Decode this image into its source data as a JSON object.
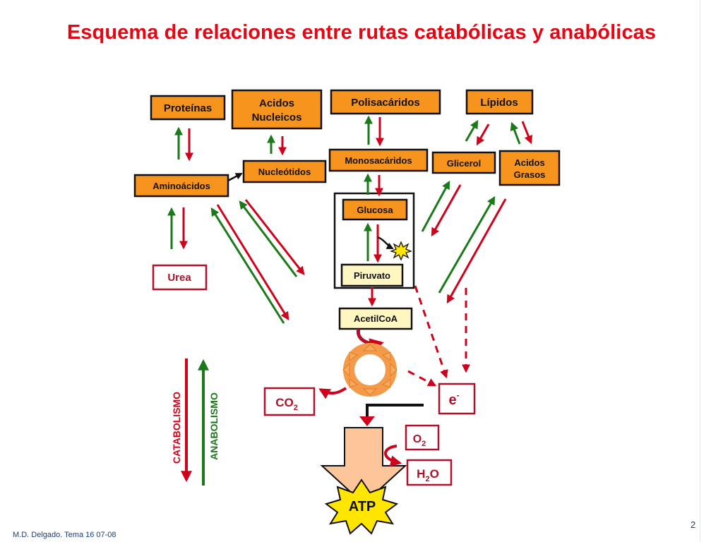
{
  "title": "Esquema de relaciones entre rutas catabólicas y anabólicas",
  "boxes": {
    "proteinas": "Proteínas",
    "acidos_nucleicos_1": "Acidos",
    "acidos_nucleicos_2": "Nucleicos",
    "polisacaridos": "Polisacáridos",
    "lipidos": "Lípidos",
    "aminoacidos": "Aminoácidos",
    "nucleotidos": "Nucleótidos",
    "monosacaridos": "Monosacáridos",
    "glicerol": "Glicerol",
    "acidos_grasos_1": "Acidos",
    "acidos_grasos_2": "Grasos",
    "glucosa": "Glucosa",
    "piruvato": "Piruvato",
    "urea": "Urea",
    "acetilcoa": "AcetilCoA",
    "co2": "CO",
    "co2_sub": "2",
    "electron": "e",
    "electron_sup": "-",
    "o2": "O",
    "o2_sub": "2",
    "h2o_h": "H",
    "h2o_sub": "2",
    "h2o_o": "O",
    "atp": "ATP"
  },
  "legend": {
    "catabolismo": "CATABOLISMO",
    "anabolismo": "ANABOLISMO"
  },
  "colors": {
    "title": "#e30613",
    "catabolic": "#d0021b",
    "anabolic": "#1a7a1a",
    "box_fill": "#f7941d",
    "light_box_fill": "#fff6c2",
    "red_box": "#b0102a"
  },
  "footer": "M.D. Delgado. Tema 16 07-08",
  "page_number": "2"
}
